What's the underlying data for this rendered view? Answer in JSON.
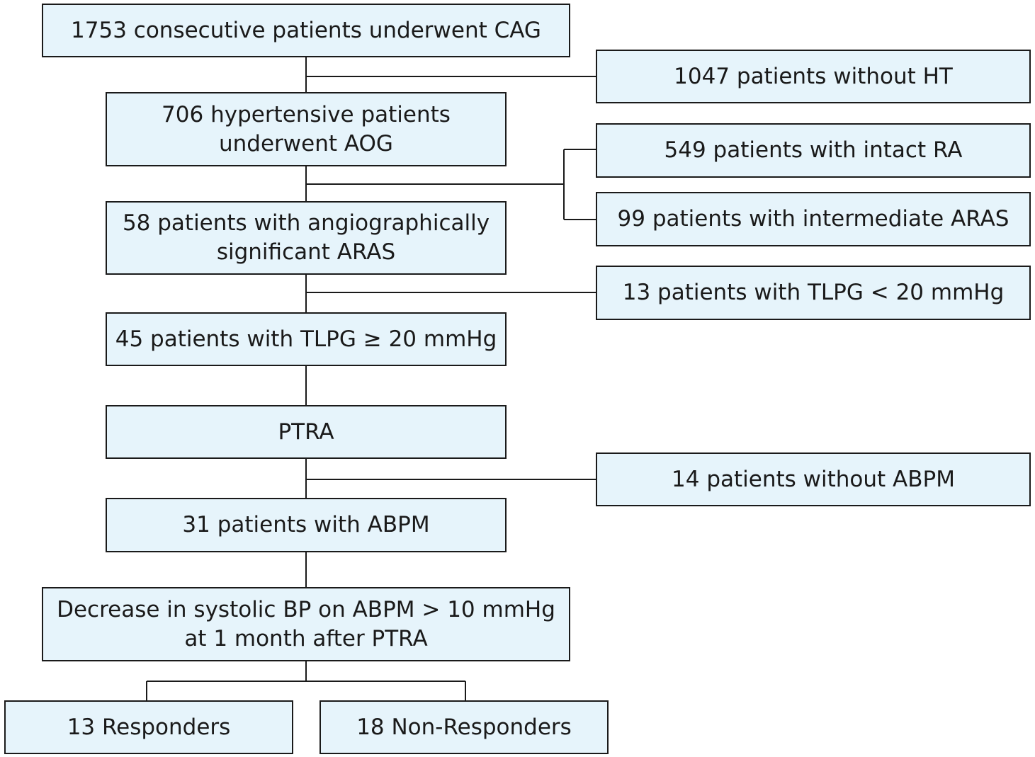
{
  "flowchart": {
    "main": [
      {
        "id": "cag",
        "lines": [
          "1753 consecutive patients underwent CAG"
        ]
      },
      {
        "id": "aog",
        "lines": [
          "706 hypertensive patients",
          "underwent AOG"
        ]
      },
      {
        "id": "aras",
        "lines": [
          "58 patients with angiographically",
          "significant ARAS"
        ]
      },
      {
        "id": "tlpg-high",
        "lines": [
          "45 patients with TLPG ≥ 20 mmHg"
        ]
      },
      {
        "id": "ptra",
        "lines": [
          "PTRA"
        ]
      },
      {
        "id": "abpm",
        "lines": [
          "31 patients with ABPM"
        ]
      },
      {
        "id": "decrease",
        "lines": [
          "Decrease in systolic BP on ABPM > 10 mmHg",
          "at 1 month after PTRA"
        ]
      }
    ],
    "excluded": [
      {
        "id": "without-ht",
        "lines": [
          "1047 patients without HT"
        ]
      },
      {
        "id": "intact-ra",
        "lines": [
          "549 patients with intact RA"
        ]
      },
      {
        "id": "intermediate-aras",
        "lines": [
          "99 patients with intermediate ARAS"
        ]
      },
      {
        "id": "tlpg-low",
        "lines": [
          "13 patients with TLPG < 20 mmHg"
        ]
      },
      {
        "id": "without-abpm",
        "lines": [
          "14 patients without ABPM"
        ]
      }
    ],
    "outcomes": [
      {
        "id": "responders",
        "lines": [
          "13 Responders"
        ]
      },
      {
        "id": "non-responders",
        "lines": [
          "18 Non-Responders"
        ]
      }
    ]
  },
  "colors": {
    "box_fill": "#e6f4fb",
    "box_border": "#1a1a1a",
    "line": "#1a1a1a"
  }
}
